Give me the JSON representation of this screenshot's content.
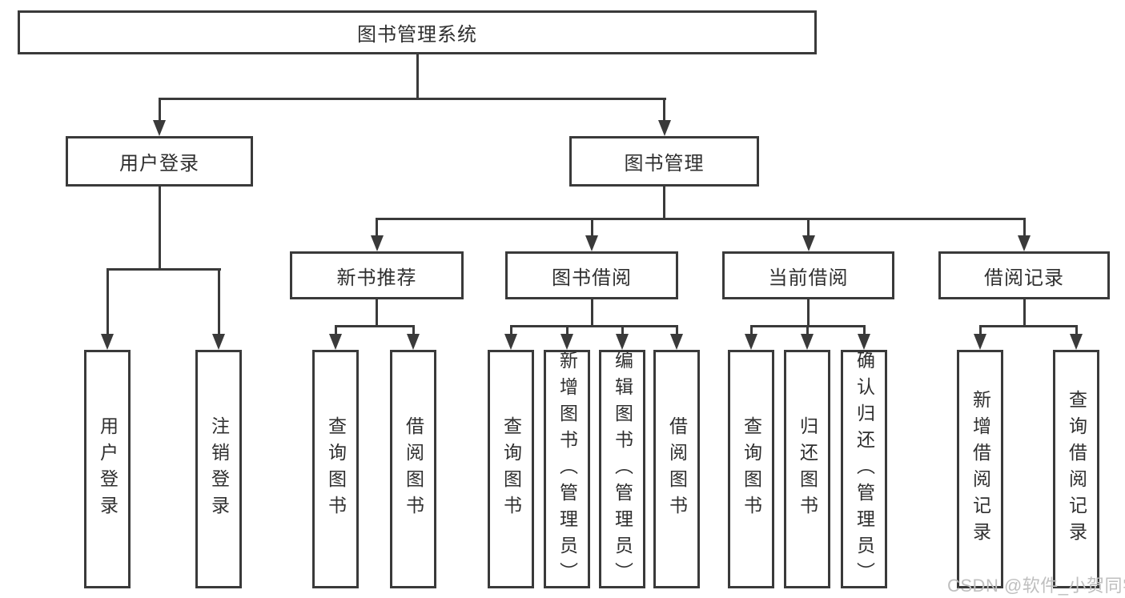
{
  "tree": {
    "root": {
      "label": "图书管理系统",
      "children": [
        {
          "label": "用户登录",
          "children": [
            {
              "label": "用户登录"
            },
            {
              "label": "注销登录"
            }
          ]
        },
        {
          "label": "图书管理",
          "children": [
            {
              "label": "新书推荐",
              "children": [
                {
                  "label": "查询图书"
                },
                {
                  "label": "借阅图书"
                }
              ]
            },
            {
              "label": "图书借阅",
              "children": [
                {
                  "label": "查询图书"
                },
                {
                  "label": "新增图书（管理员）"
                },
                {
                  "label": "编辑图书（管理员）"
                },
                {
                  "label": "借阅图书"
                }
              ]
            },
            {
              "label": "当前借阅",
              "children": [
                {
                  "label": "查询图书"
                },
                {
                  "label": "归还图书"
                },
                {
                  "label": "确认归还（管理员）"
                }
              ]
            },
            {
              "label": "借阅记录",
              "children": [
                {
                  "label": "新增借阅记录"
                },
                {
                  "label": "查询借阅记录"
                }
              ]
            }
          ]
        }
      ]
    }
  },
  "watermark": {
    "text": "CSDN @软件_小贺同学"
  },
  "colors": {
    "line": "#3a3a3a",
    "box_background": "#ffffff",
    "text": "#2f2f2f",
    "watermark": "#bfbfbf"
  }
}
